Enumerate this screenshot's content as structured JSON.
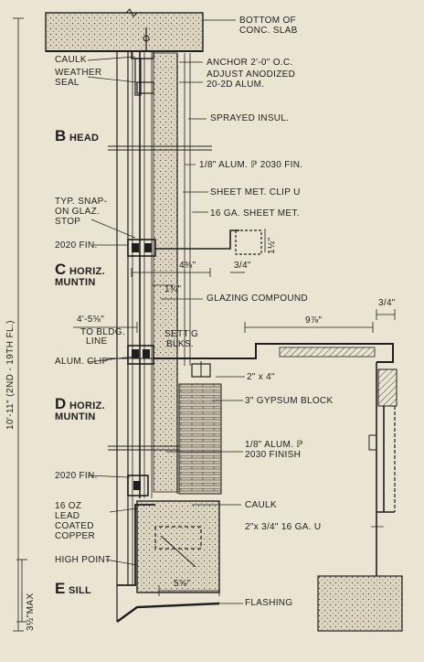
{
  "labels": {
    "bottom_slab_1": "BOTTOM OF",
    "bottom_slab_2": "CONC. SLAB",
    "caulk_top": "CAULK",
    "anchor": "ANCHOR 2'-0\" O.C.",
    "weather_1": "WEATHER",
    "weather_2": "SEAL",
    "adjust_1": "ADJUST ANODIZED",
    "adjust_2": "20-2D ALUM.",
    "sprayed": "SPRAYED INSUL.",
    "alum_fin": "1/8\" ALUM. ℙ 2030 FIN.",
    "clip_u": "SHEET MET. CLIP U",
    "sheet_met": "16 GA. SHEET MET.",
    "snap_1": "TYP. SNAP-",
    "snap_2": "ON GLAZ.",
    "snap_3": "STOP",
    "fin_2020_top": "2020 FIN.",
    "dim_112": "1½\"",
    "dim_4_38": "4⅜\"",
    "dim_34_a": "3/4\"",
    "dim_134": "1¾\"",
    "glazing": "GLAZING COMPOUND",
    "dim_34_b": "3/4\"",
    "dim_4_558": "4'-5⅝\"",
    "to_bldg_1": "TO BLDG.",
    "to_bldg_2": "LINE",
    "dim_978": "9⅞\"",
    "settg_1": "SETT'G",
    "settg_2": "BLKS.",
    "alum_clip": "ALUM. CLIP",
    "two_by_four": "2\" x 4\"",
    "gypsum": "3\" GYPSUM BLOCK",
    "alum_finish_1": "1/8\" ALUM. ℙ",
    "alum_finish_2": "2030 FINISH",
    "fin_2020_bottom": "2020 FIN.",
    "oz_1": "16 OZ",
    "oz_2": "LEAD",
    "oz_3": "COATED",
    "oz_4": "COPPER",
    "caulk_bottom": "CAULK",
    "u_channel": "2\"x 3/4\" 16 GA. U",
    "high_point": "HIGH POINT",
    "dim_5_58": "5⅝\"",
    "flashing": "FLASHING",
    "dim_312_max": "3½\"MAX",
    "height_dim": "10'-11\"  (2ND - 19TH FL.)"
  },
  "sections": {
    "b_letter": "B",
    "b_name": "HEAD",
    "c_letter": "C",
    "c_name_1": "HORIZ.",
    "c_name_2": "MUNTIN",
    "d_letter": "D",
    "d_name_1": "HORIZ.",
    "d_name_2": "MUNTIN",
    "e_letter": "E",
    "e_name": "SILL"
  },
  "colors": {
    "paper": "#ece4d2",
    "ink": "#1e1e1e",
    "concrete": "#d9d0bc"
  }
}
